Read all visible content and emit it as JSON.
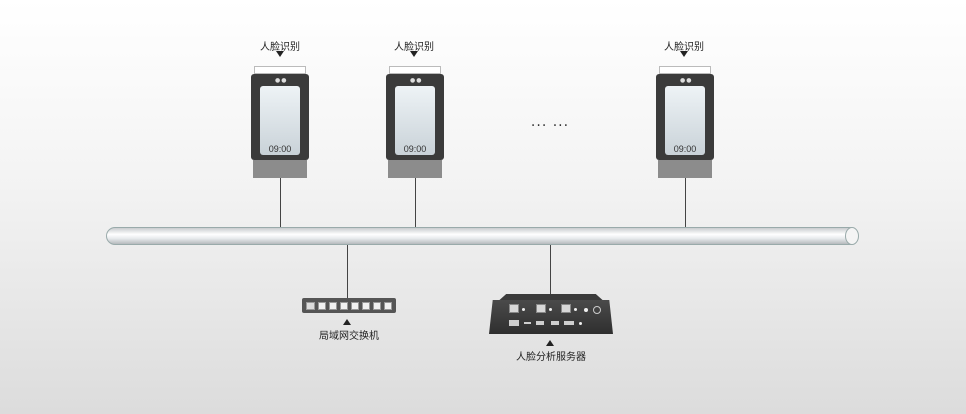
{
  "terminal_label": "人脸识别",
  "terminal_time": "09:00",
  "ellipsis": "··· ···",
  "switch_label": "局域网交换机",
  "server_label": "人脸分析服务器"
}
